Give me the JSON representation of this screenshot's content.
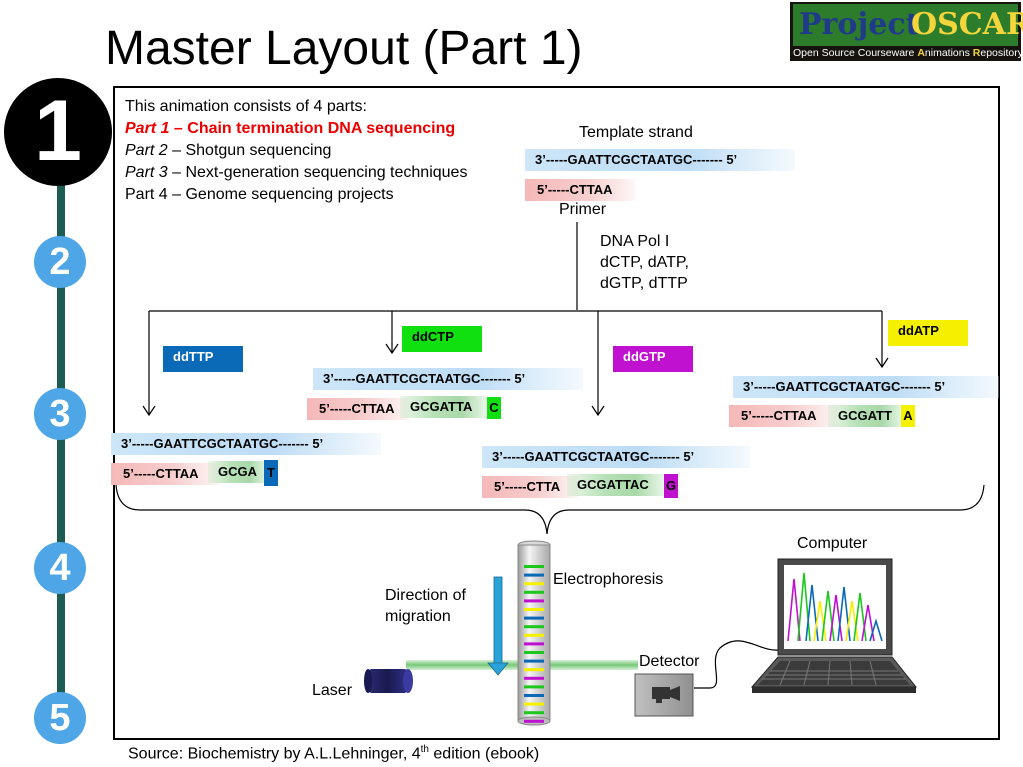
{
  "title": "Master Layout (Part 1)",
  "logo": {
    "word1": "Project",
    "word2": "OSCAR",
    "sub_a": "Open Source Courseware ",
    "sub_b": "A",
    "sub_c": "nimations ",
    "sub_d": "R",
    "sub_e": "epository"
  },
  "steps": [
    "1",
    "2",
    "3",
    "4",
    "5"
  ],
  "intro": {
    "line1": "This animation consists of  4 parts:",
    "part1_label": "Part 1",
    "part1_text": " – Chain termination DNA sequencing",
    "part2_label": "Part 2",
    "part2_text": " – Shotgun sequencing",
    "part3_label": "Part 3",
    "part3_text": " – Next-generation sequencing techniques",
    "part4": "Part 4 – Genome sequencing projects"
  },
  "top_reaction": {
    "template_label": "Template strand",
    "template_seq": "3’-----GAATTCGCTAATGC------- 5’",
    "primer_seq": "5’-----CTTAA",
    "primer_label": "Primer",
    "reagents": [
      "DNA Pol I",
      "dCTP, dATP,",
      "dGTP, dTTP"
    ]
  },
  "reactions": [
    {
      "name": "ddTTP",
      "color": "#0a6ab8",
      "text_color": "#ffffff",
      "template": "3’-----GAATTCGCTAATGC------- 5’",
      "primer": "5’-----CTTAA",
      "extension": "GCGA",
      "terminal": "T"
    },
    {
      "name": "ddCTP",
      "color": "#10e010",
      "text_color": "#000000",
      "template": "3’-----GAATTCGCTAATGC------- 5’",
      "primer": "5’-----CTTAA",
      "extension": "GCGATTA",
      "terminal": "C"
    },
    {
      "name": "ddGTP",
      "color": "#c010d0",
      "text_color": "#ffffff",
      "template": "3’-----GAATTCGCTAATGC------- 5’",
      "primer": "5’-----CTTA",
      "extension": "GCGATTAC",
      "terminal": "G"
    },
    {
      "name": "ddATP",
      "color": "#f5f000",
      "text_color": "#000000",
      "template": "3’-----GAATTCGCTAATGC------- 5’",
      "primer": "5’-----CTTAA",
      "extension": "GCGATT",
      "terminal": "A"
    }
  ],
  "apparatus": {
    "computer_label": "Computer",
    "electrophoresis_label": "Electrophoresis",
    "direction_label_1": "Direction of",
    "direction_label_2": "migration",
    "detector_label": "Detector",
    "laser_label": "Laser"
  },
  "gel_band_colors": [
    "#1cc81c",
    "#0a6ab8",
    "#f5f000",
    "#c010d0"
  ],
  "footer": {
    "pre": "Source: Biochemistry by A.L.Lehninger, 4",
    "sup": "th",
    "post": " edition (ebook)"
  }
}
